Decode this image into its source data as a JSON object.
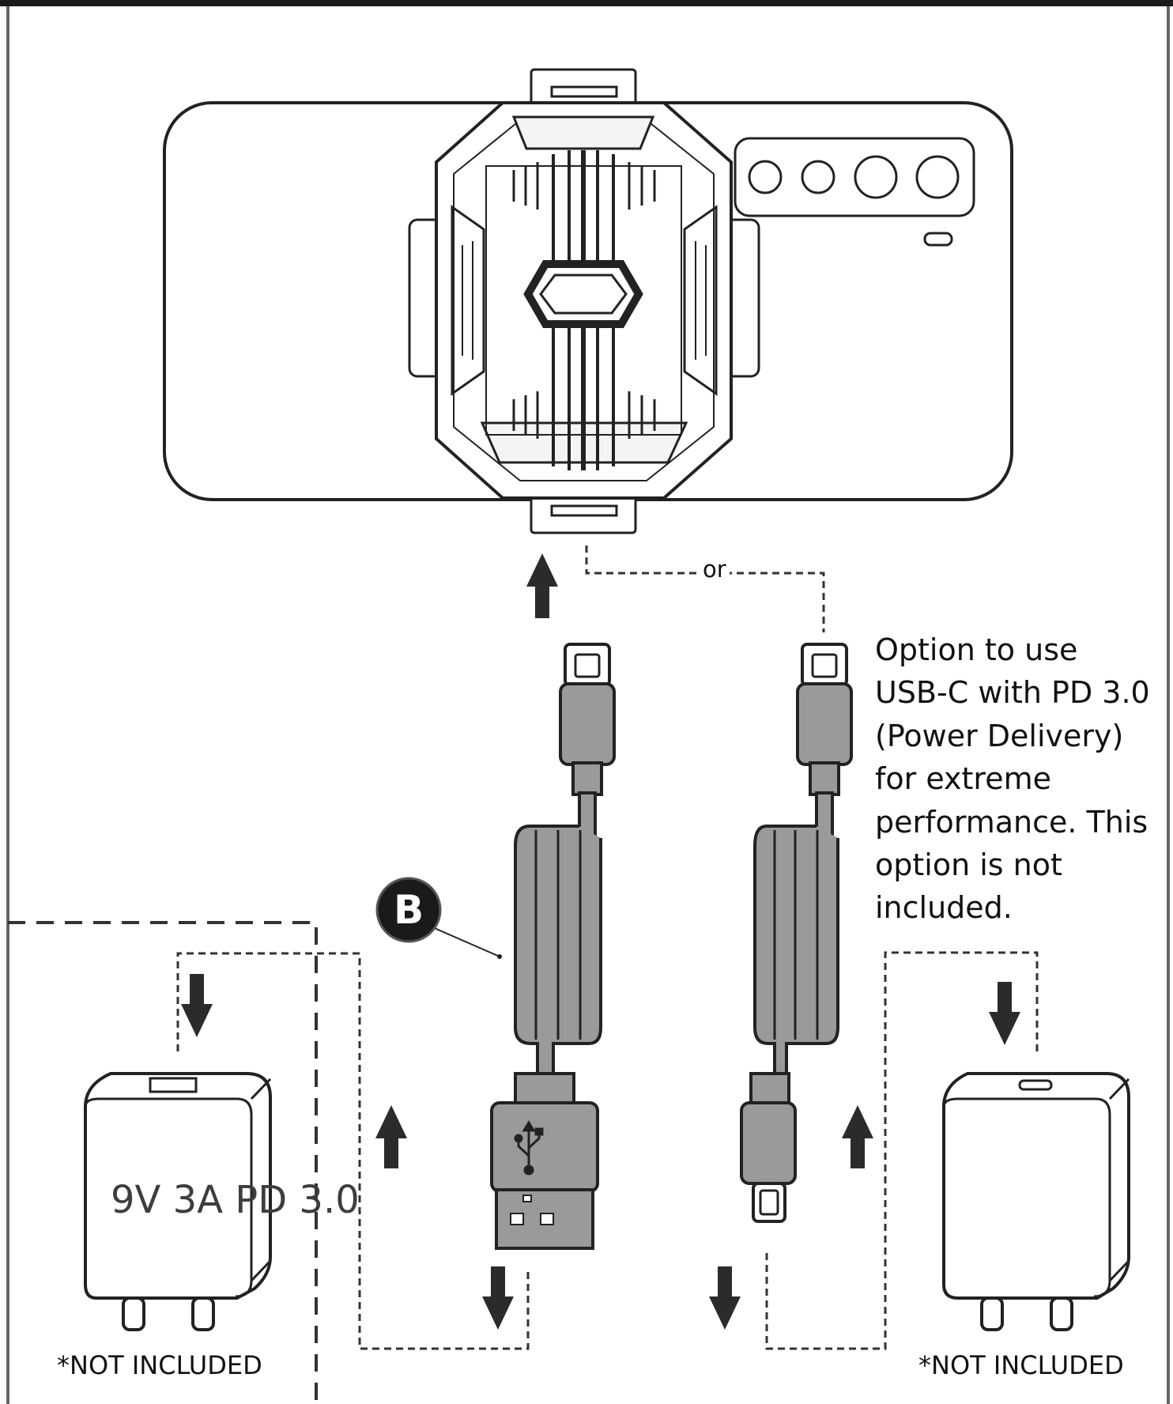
{
  "connector_label": "or",
  "option_note": {
    "lines": [
      "Option to use",
      "USB-C with PD 3.0",
      "(Power Delivery)",
      "for extreme",
      "performance. This",
      "option is not",
      "included."
    ]
  },
  "callout": "B",
  "left_adapter": {
    "spec": "9V 3A PD 3.0",
    "note": "*NOT INCLUDED"
  },
  "right_adapter": {
    "note": "*NOT INCLUDED"
  },
  "icons": {
    "phone": "phone-back-icon",
    "cooler": "cooler-fan-icon",
    "usb": "usb-symbol-icon",
    "arrow": "arrow-icon"
  },
  "colors": {
    "outline": "#222222",
    "cable": "#9a9a9a",
    "badge": "#1a1a1a"
  }
}
